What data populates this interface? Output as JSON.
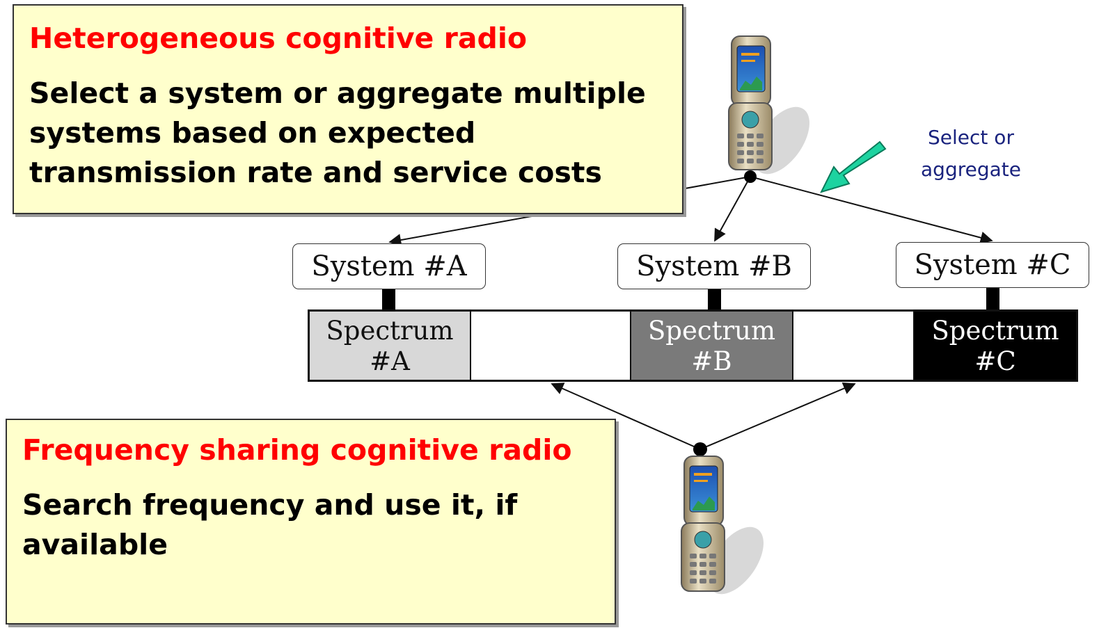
{
  "heterogeneous": {
    "title": "Heterogeneous cognitive radio",
    "body": "Select a system or aggregate multiple systems based on expected transmission rate and service costs"
  },
  "frequency_sharing": {
    "title": "Frequency sharing cognitive radio",
    "body": "Search frequency and use it, if available"
  },
  "select_label": {
    "line1": "Select or",
    "line2": "aggregate"
  },
  "systems": [
    "System #A",
    "System #B",
    "System #C"
  ],
  "spectrum": [
    {
      "line1": "Spectrum",
      "line2": "#A",
      "fill": "#d8d8d8",
      "text_color": "#111111"
    },
    {
      "line1": "Spectrum",
      "line2": "#B",
      "fill": "#7a7a7a",
      "text_color": "#ffffff"
    },
    {
      "line1": "Spectrum",
      "line2": "#C",
      "fill": "#000000",
      "text_color": "#ffffff"
    }
  ],
  "colors": {
    "callout_fill": "#ffffcc",
    "callout_title": "#ff0000",
    "arrow_highlight": "#1dd3a0",
    "select_label": "#1a237e"
  },
  "icons": [
    "mobile-phone-icon",
    "mobile-phone-icon"
  ]
}
